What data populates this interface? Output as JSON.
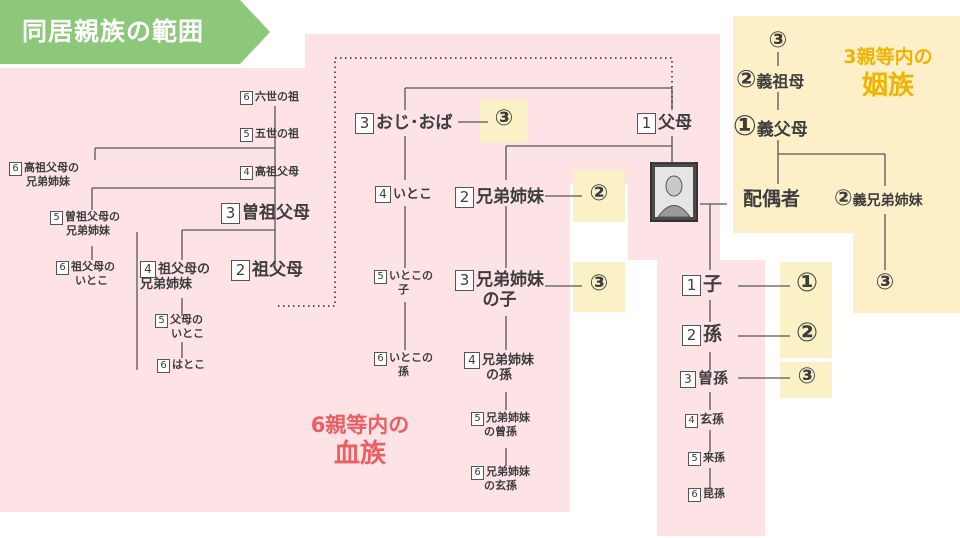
{
  "title": "同居親族の範囲",
  "colors": {
    "blood_zone": "#fde3e6",
    "affinity_zone": "#fdf0c9",
    "degree_box": "#fbf1c7",
    "banner": "#8cc77a",
    "blood_label": "#ea5f62",
    "affinity_label": "#f0b400",
    "line": "#555555"
  },
  "zones": {
    "blood": {
      "line1": "6親等内の",
      "line2": "血族"
    },
    "affinity": {
      "line1": "3親等内の",
      "line2": "姻族"
    }
  },
  "self_icon": "person-portrait-icon",
  "nodes": {
    "rokusei": {
      "num": "6",
      "label": "六世の祖"
    },
    "gosei": {
      "num": "5",
      "label": "五世の祖"
    },
    "kousofubo": {
      "num": "4",
      "label": "高祖父母"
    },
    "kouso_sib": {
      "num": "6",
      "label": "高祖父母の",
      "label2": "兄弟姉妹"
    },
    "sousofubo": {
      "num": "3",
      "label": "曽祖父母"
    },
    "souso_sib": {
      "num": "5",
      "label": "曽祖父母の",
      "label2": "兄弟姉妹"
    },
    "sofubo": {
      "num": "2",
      "label": "祖父母"
    },
    "sofubo_sib": {
      "num": "4",
      "label": "祖父母の",
      "label2": "兄弟姉妹"
    },
    "sofubo_itoko": {
      "num": "6",
      "label": "祖父母の",
      "label2": "いとこ"
    },
    "fubo_itoko": {
      "num": "5",
      "label": "父母の",
      "label2": "いとこ"
    },
    "hatoko": {
      "num": "6",
      "label": "はとこ"
    },
    "ojioba": {
      "num": "3",
      "label": "おじ･おば"
    },
    "itoko": {
      "num": "4",
      "label": "いとこ"
    },
    "itoko_ko": {
      "num": "5",
      "label": "いとこの",
      "label2": "子"
    },
    "itoko_mago": {
      "num": "6",
      "label": "いとこの",
      "label2": "孫"
    },
    "fubo": {
      "num": "1",
      "label": "父母"
    },
    "kyoudai": {
      "num": "2",
      "label": "兄弟姉妹"
    },
    "kyoudai_ko": {
      "num": "3",
      "label": "兄弟姉妹",
      "label2": "の子"
    },
    "kyoudai_mago": {
      "num": "4",
      "label": "兄弟姉妹",
      "label2": "の孫"
    },
    "kyoudai_himago": {
      "num": "5",
      "label": "兄弟姉妹",
      "label2": "の曾孫"
    },
    "kyoudai_genson": {
      "num": "6",
      "label": "兄弟姉妹",
      "label2": "の玄孫"
    },
    "ko": {
      "num": "1",
      "label": "子"
    },
    "mago": {
      "num": "2",
      "label": "孫"
    },
    "himago": {
      "num": "3",
      "label": "曽孫"
    },
    "genson": {
      "num": "4",
      "label": "玄孫"
    },
    "raison": {
      "num": "5",
      "label": "来孫"
    },
    "konson": {
      "num": "6",
      "label": "昆孫"
    },
    "haiguusha": {
      "label": "配偶者"
    },
    "gi_sofubo": {
      "circ": "②",
      "label": "義祖母"
    },
    "gi_fubo": {
      "circ": "①",
      "label": "義父母"
    },
    "gi_kyoudai": {
      "circ": "②",
      "label": "義兄弟姉妹"
    }
  },
  "affinity_degrees": {
    "ojioba": "③",
    "kyoudai": "②",
    "kyoudai_ko": "③",
    "ko": "①",
    "mago": "②",
    "himago": "③",
    "gi_top": "③",
    "gi_kyoudai_ko": "③"
  }
}
